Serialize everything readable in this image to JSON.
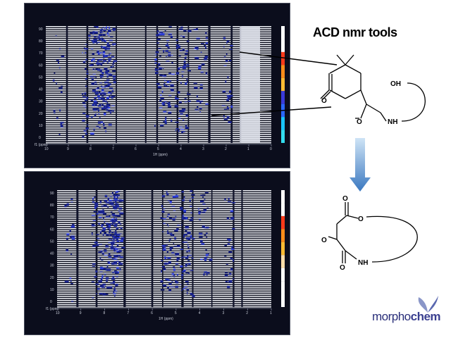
{
  "title": "ACD nmr tools",
  "logo": {
    "part1": "morpho",
    "part2": "chem",
    "icon": "butterfly-icon"
  },
  "spectra": [
    {
      "name": "top",
      "x_ticks": [
        "10",
        "9",
        "8",
        "7",
        "6",
        "5",
        "4",
        "3",
        "2",
        "1",
        "0"
      ],
      "y_ticks": [
        "90",
        "80",
        "70",
        "60",
        "50",
        "40",
        "30",
        "20",
        "10",
        "0"
      ],
      "axis_label": "1H  (ppm)",
      "corner_label": "f1 (ppm)",
      "colorbar": [
        "#ffffff",
        "#ffffff",
        "#ff3a1a",
        "#ff8c1a",
        "#ffbb33",
        "#3a3ad8",
        "#2a66ff",
        "#19c4ff",
        "#33ddee"
      ]
    },
    {
      "name": "bottom",
      "x_ticks": [
        "10",
        "9",
        "8",
        "7",
        "6",
        "5",
        "4",
        "3",
        "2",
        "1"
      ],
      "y_ticks": [
        "90",
        "80",
        "70",
        "60",
        "50",
        "40",
        "30",
        "20",
        "10",
        "0"
      ],
      "axis_label": "1H  (ppm)",
      "corner_label": "f1 (ppm)",
      "colorbar": [
        "#ffffff",
        "#ffffff",
        "#ff3a1a",
        "#ff8c1a",
        "#ffbb33",
        "#ffddaa",
        "#ffffff",
        "#ffffff",
        "#ffffff"
      ]
    }
  ],
  "molecule_top": {
    "labels": {
      "oh": "OH",
      "o": "O",
      "nh": "NH"
    }
  },
  "molecule_bottom": {
    "labels": {
      "o": "O",
      "nh": "NH"
    }
  },
  "arrow_color": "#4a8cd0"
}
